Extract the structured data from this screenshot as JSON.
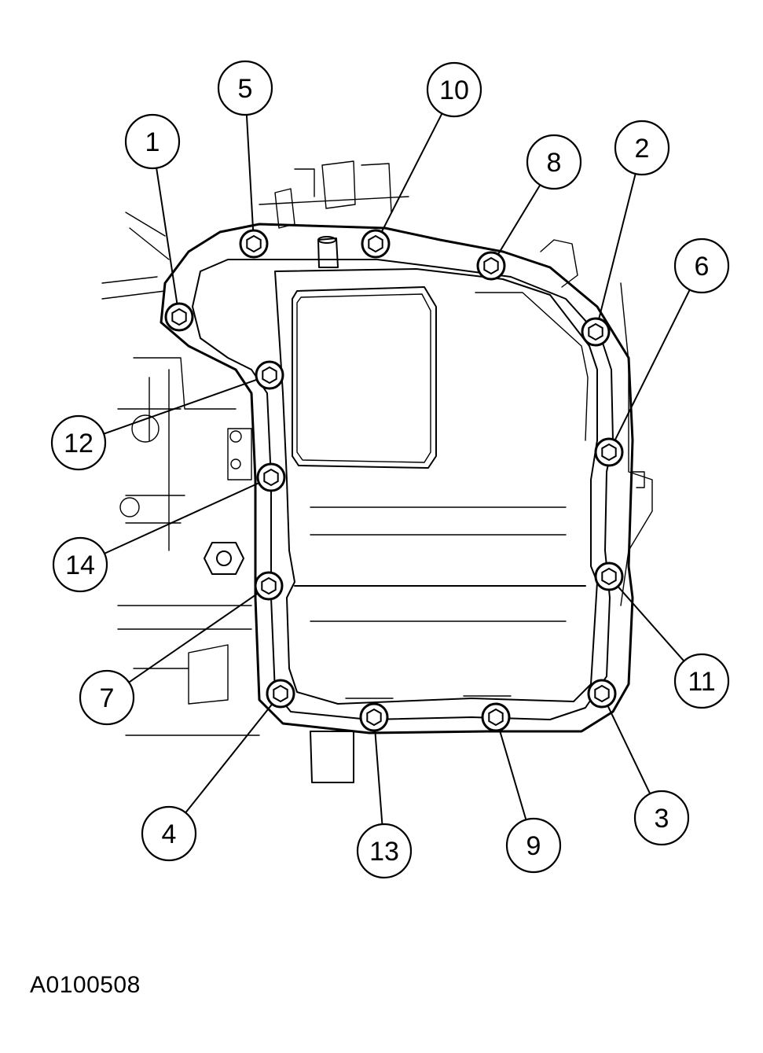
{
  "figure": {
    "id_label": "A0100508",
    "callouts": [
      {
        "number": "1"
      },
      {
        "number": "2"
      },
      {
        "number": "3"
      },
      {
        "number": "4"
      },
      {
        "number": "5"
      },
      {
        "number": "6"
      },
      {
        "number": "7"
      },
      {
        "number": "8"
      },
      {
        "number": "9"
      },
      {
        "number": "10"
      },
      {
        "number": "11"
      },
      {
        "number": "12"
      },
      {
        "number": "13"
      },
      {
        "number": "14"
      }
    ]
  }
}
